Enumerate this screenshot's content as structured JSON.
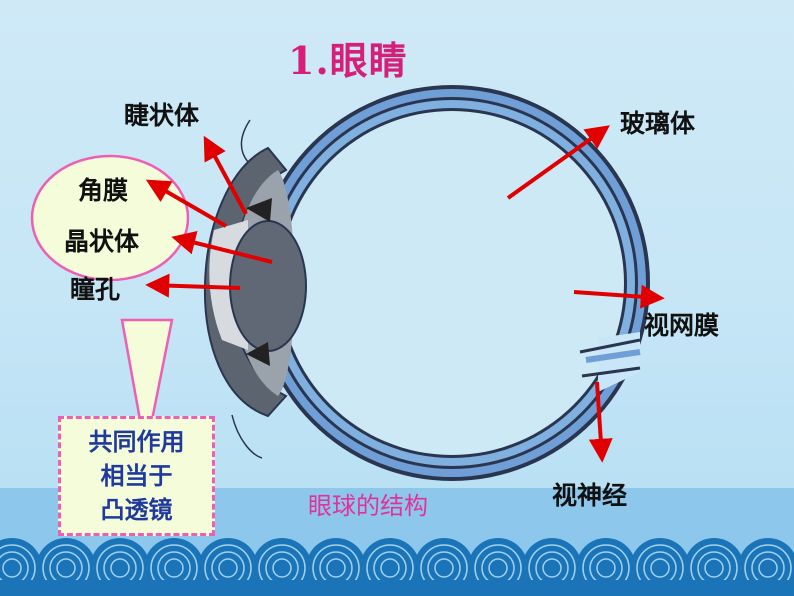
{
  "title": "1.眼睛",
  "labels": {
    "ciliary_body": "睫状体",
    "cornea": "角膜",
    "lens": "晶状体",
    "pupil": "瞳孔",
    "vitreous_body": "玻璃体",
    "retina": "视网膜",
    "optic_nerve": "视神经"
  },
  "note": {
    "line1": "共同作用",
    "line2": "相当于",
    "line3": "凸透镜"
  },
  "caption": "眼球的结构",
  "colors": {
    "title": "#d61f7a",
    "arrow": "#e00000",
    "callout_fill": "#f4fcd9",
    "callout_border": "#ee5fb3",
    "note_text": "#1f3a9c",
    "caption": "#e0339a",
    "eye_layer": "#6f9fd6",
    "eye_outline": "#2a3550"
  }
}
